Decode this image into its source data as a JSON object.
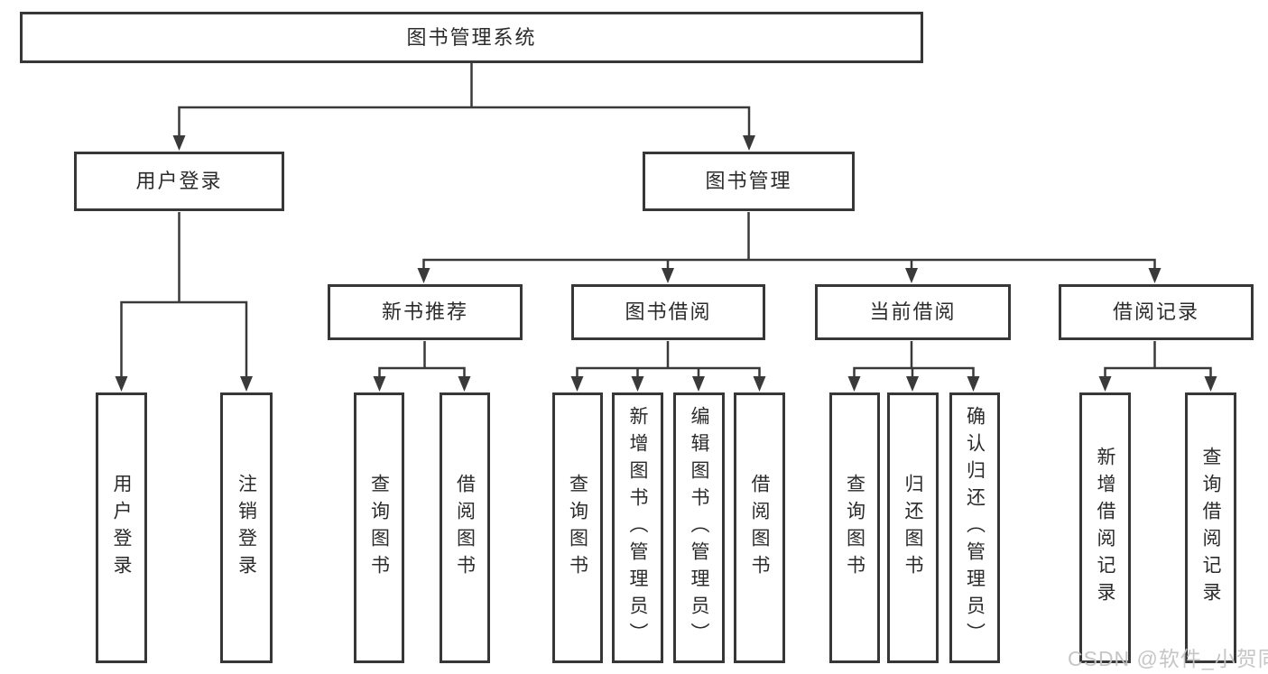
{
  "diagram": {
    "root": "图书管理系统",
    "branches": {
      "user_login": {
        "label": "用户登录",
        "children": [
          "用户登录",
          "注销登录"
        ]
      },
      "book_management": {
        "label": "图书管理",
        "sections": {
          "new_book_recommend": {
            "label": "新书推荐",
            "children": [
              "查询图书",
              "借阅图书"
            ]
          },
          "book_borrow": {
            "label": "图书借阅",
            "children": [
              "查询图书",
              "新增图书（管理员）",
              "编辑图书（管理员）",
              "借阅图书"
            ]
          },
          "current_borrow": {
            "label": "当前借阅",
            "children": [
              "查询图书",
              "归还图书",
              "确认归还（管理员）"
            ]
          },
          "borrow_record": {
            "label": "借阅记录",
            "children": [
              "新增借阅记录",
              "查询借阅记录"
            ]
          }
        }
      }
    },
    "colors": {
      "line": "#3a3a3a",
      "text": "#2b2b2b",
      "watermark": "#c3c3c3",
      "background": "#ffffff"
    },
    "watermark": "CSDN @软件_小贺同学"
  }
}
